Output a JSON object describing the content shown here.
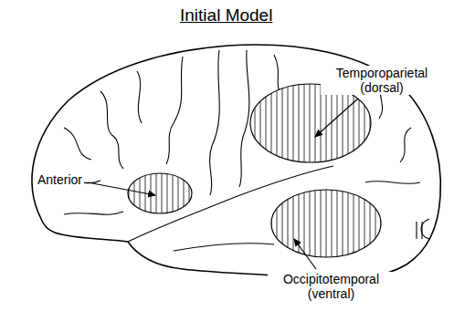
{
  "diagram": {
    "title": "Initial Model",
    "labels": [
      "Anterior",
      "Temporoparietal (dorsal)",
      "Occipitotemporal (ventral)"
    ]
  }
}
